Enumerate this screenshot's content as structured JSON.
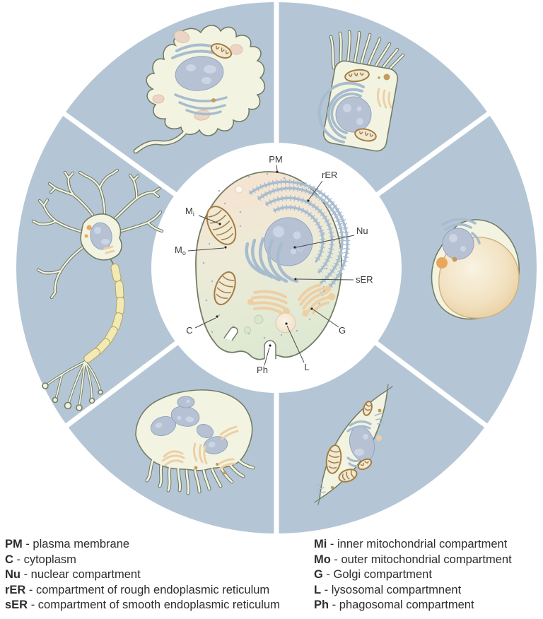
{
  "colors": {
    "ring": "#b4c6d5",
    "cellfill": "#f2f4e1",
    "outline": "#747c66",
    "nucfill": "#b6c2d4",
    "nucline": "#93a4be",
    "npatch": "#cdd7e4",
    "erblue": "#a8bccf",
    "mito": "#a57c42",
    "mitofill": "#f0e9d3",
    "golgi": "#eecfa4",
    "peachfill": "#ecd5c5",
    "myelin": "#f2e9b4",
    "labelink": "#3a3a3a",
    "legendink": "#2d2d2d"
  },
  "central": {
    "pm": "PM",
    "rer": "rER",
    "m": "M",
    "sub_i": "i",
    "sub_o": "o",
    "nu": "Nu",
    "ser": "sER",
    "c": "C",
    "g": "G",
    "ph": "Ph",
    "l": "L"
  },
  "legend": {
    "separator": " - ",
    "left": [
      {
        "abbr": "PM",
        "desc": "plasma membrane"
      },
      {
        "abbr": "C",
        "desc": "cytoplasm"
      },
      {
        "abbr": "Nu",
        "desc": "nuclear compartment"
      },
      {
        "abbr": "rER",
        "desc": "compartment of rough endoplasmic reticulum"
      },
      {
        "abbr": "sER",
        "desc": "compartment of smooth endoplasmic reticulum"
      }
    ],
    "right": [
      {
        "abbr": "Mi",
        "desc": "inner mitochondrial compartment"
      },
      {
        "abbr": "Mo",
        "desc": "outer mitochondrial compartment"
      },
      {
        "abbr": "G",
        "desc": "Golgi compartment"
      },
      {
        "abbr": "L",
        "desc": "lysosomal compartmnent"
      },
      {
        "abbr": "Ph",
        "desc": "phagosomal compartment"
      }
    ]
  }
}
